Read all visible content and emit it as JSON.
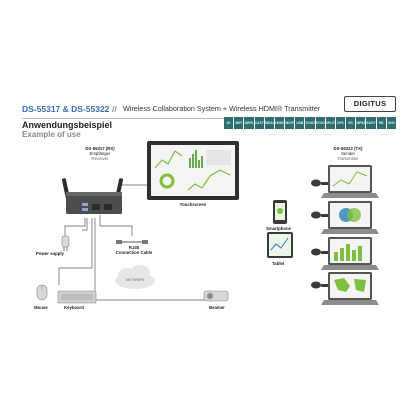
{
  "header": {
    "product_codes": "DS-55317 & DS-55322",
    "separator": "//",
    "tagline": "Wireless Collaboration System + Wireless HDMI® Transmitter",
    "logo_text": "DIGITUS"
  },
  "feature_icons": [
    "4K",
    "WiFi",
    "AIRPLAY",
    "CAST",
    "MIRACAST",
    "HDMI",
    "HDCP",
    "USB",
    "TOUCH",
    "BYOD",
    "SPLIT",
    "DFS",
    "5G",
    "WPA2",
    "EASY",
    "HD",
    "UHD"
  ],
  "section": {
    "title": "Anwendungsbeispiel",
    "subtitle": "Example of use"
  },
  "receiver": {
    "code": "DS-55317 (RX)",
    "de": "Empfänger",
    "en": "Receiver"
  },
  "sender": {
    "code": "DS-55322 (TX)",
    "de": "Sender",
    "en": "Transmitter"
  },
  "labels": {
    "touchscreen": "Touchscreen",
    "power_supply": "Power supply",
    "rj45_line1": "RJ45",
    "rj45_line2": "Connection Cable",
    "network": "NETWORK",
    "mouse": "Mouse",
    "keyboard": "Keyboard",
    "beamer": "Beamer",
    "smartphone": "Smartphone",
    "tablet": "Tablet"
  }
}
